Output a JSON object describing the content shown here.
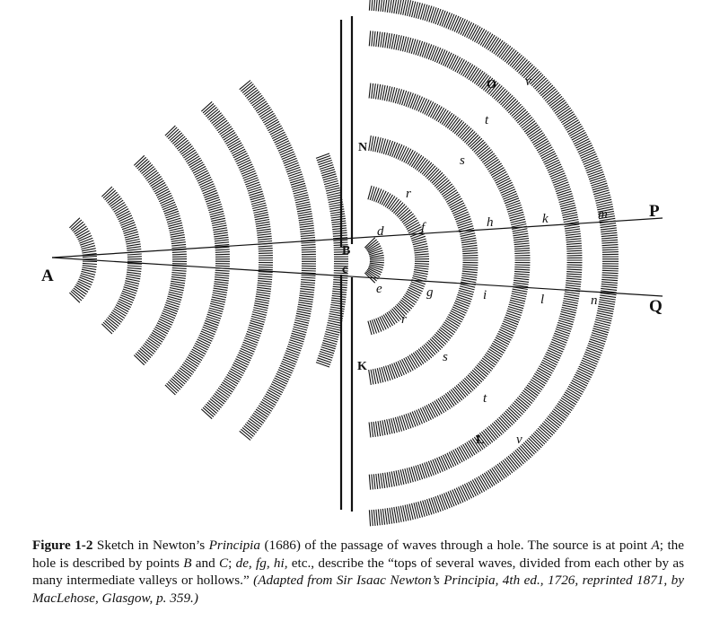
{
  "figure": {
    "labels": {
      "source": "A",
      "hole_upper": "B",
      "hole_lower": "c",
      "wall_upper": "N",
      "wall_lower": "K",
      "ray_upper_end": "P",
      "ray_lower_end": "Q",
      "upper_region": "O",
      "lower_region": "L"
    },
    "wave_top_labels_upper": [
      "d",
      "f",
      "h",
      "k",
      "m"
    ],
    "wave_top_labels_lower": [
      "e",
      "g",
      "i",
      "l",
      "n"
    ],
    "side_labels_upper": [
      "r",
      "s",
      "t",
      "v"
    ],
    "side_labels_lower": [
      "r",
      "s",
      "t",
      "v"
    ]
  },
  "caption": {
    "figure_number": "Figure 1-2",
    "text_part1": " Sketch in Newton’s ",
    "work_title": "Principia",
    "text_part2": " (1686) of the passage of waves through a hole. The source is at point ",
    "point_a": "A",
    "text_part3": "; the hole is described by points ",
    "point_b": "B",
    "text_and": " and ",
    "point_c": "C",
    "text_part4": "; ",
    "pairs": "de, fg, hi,",
    "text_part5": " etc., describe the “tops of several waves, divided from each other by as many intermediate valleys or hollows.” ",
    "source_note": "(Adapted from Sir Isaac Newton’s Principia, 4th ed., 1726, reprinted 1871, by MacLehose, Glasgow, p. 359.)"
  }
}
